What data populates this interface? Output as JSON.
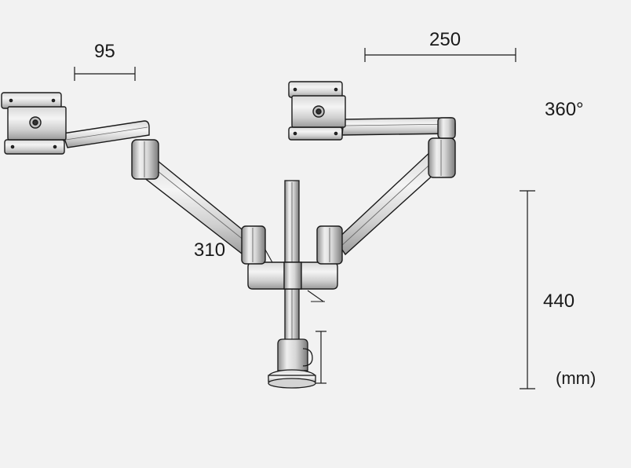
{
  "dimensions": {
    "tilt_range": "95",
    "arm_reach": "250",
    "rotation": "360°",
    "lower_arm": "310",
    "pole_height": "440",
    "unit": "(mm)"
  },
  "colors": {
    "background": "#f2f2f2",
    "line": "#1a1a1a",
    "metal_light": "#e6e6e6",
    "metal_mid": "#c9c9c9",
    "metal_dark": "#8a8a8a"
  }
}
